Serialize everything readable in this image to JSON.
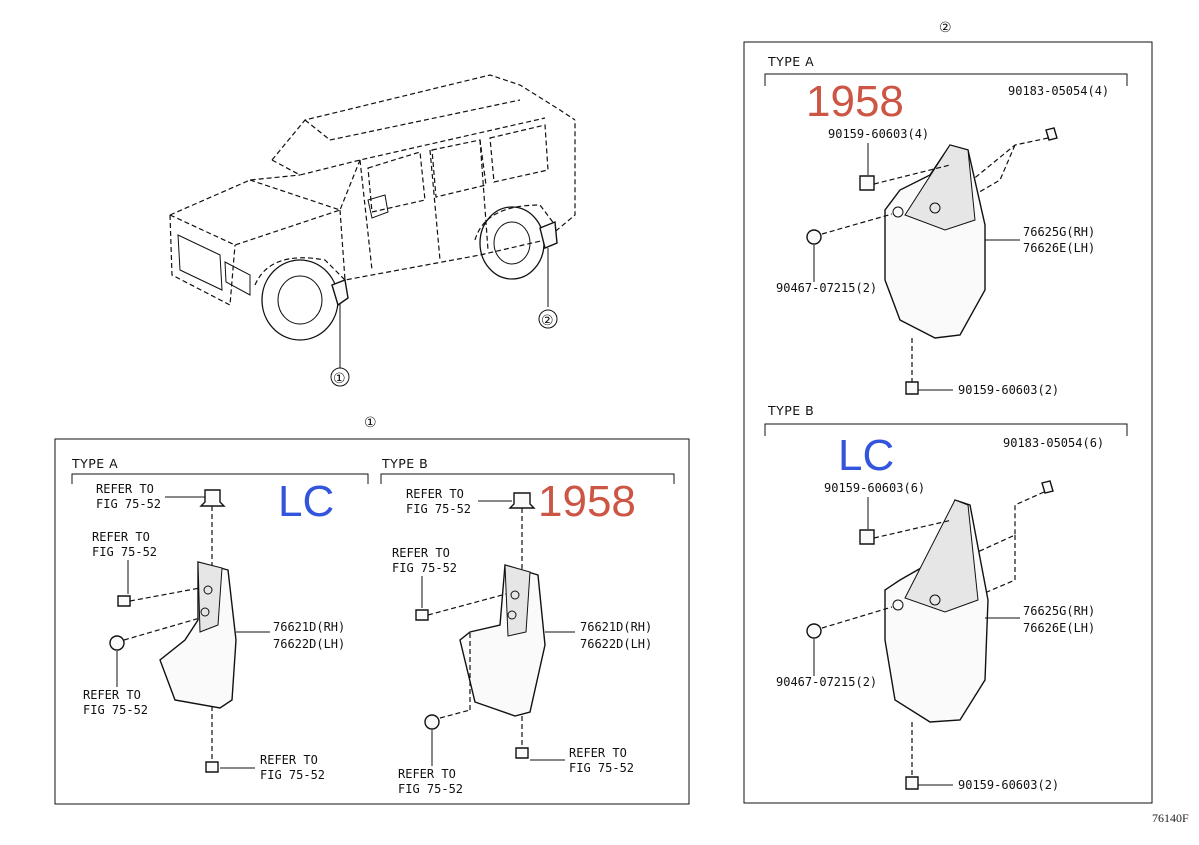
{
  "diagram_code": "76140F",
  "callouts": {
    "c1": "①",
    "c2": "②",
    "c1_panel": "①",
    "c2_panel": "②"
  },
  "panel1": {
    "typeA": {
      "header": "TYPE A",
      "overlay": "LC",
      "labels": {
        "top_ref1": "REFER TO",
        "top_ref2": "FIG 75-52",
        "mid_ref1": "REFER TO",
        "mid_ref2": "FIG 75-52",
        "low_ref1": "REFER TO",
        "low_ref2": "FIG 75-52",
        "bot_ref1": "REFER TO",
        "bot_ref2": "FIG 75-52",
        "part_rh": "76621D(RH)",
        "part_lh": "76622D(LH)"
      }
    },
    "typeB": {
      "header": "TYPE B",
      "overlay": "1958",
      "labels": {
        "top_ref1": "REFER TO",
        "top_ref2": "FIG 75-52",
        "mid_ref1": "REFER TO",
        "mid_ref2": "FIG 75-52",
        "low_ref1": "REFER TO",
        "low_ref2": "FIG 75-52",
        "bot_ref1": "REFER TO",
        "bot_ref2": "FIG 75-52",
        "part_rh": "76621D(RH)",
        "part_lh": "76622D(LH)"
      }
    }
  },
  "panel2": {
    "typeA": {
      "header": "TYPE A",
      "overlay": "1958",
      "labels": {
        "clip": "90183-05054(4)",
        "bolt_top": "90159-60603(4)",
        "part_rh": "76625G(RH)",
        "part_lh": "76626E(LH)",
        "rivet": "90467-07215(2)",
        "bolt_bottom": "90159-60603(2)"
      }
    },
    "typeB": {
      "header": "TYPE B",
      "overlay": "LC",
      "labels": {
        "clip": "90183-05054(6)",
        "bolt_top": "90159-60603(6)",
        "part_rh": "76625G(RH)",
        "part_lh": "76626E(LH)",
        "rivet": "90467-07215(2)",
        "bolt_bottom": "90159-60603(2)"
      }
    }
  },
  "colors": {
    "overlay_red": "#cc5544",
    "overlay_blue": "#3355dd",
    "line": "#111111"
  }
}
